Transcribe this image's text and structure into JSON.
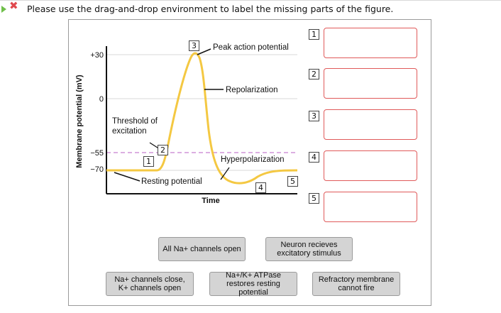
{
  "instruction": "Please use the drag-and-drop environment to label the missing parts of the figure.",
  "figure": {
    "ylabel": "Membrane potential (mV)",
    "xlabel": "Time",
    "ticks": [
      "+30",
      "0",
      "−55",
      "−70"
    ],
    "labels": {
      "peak": "Peak action potential",
      "repolarization": "Repolarization",
      "threshold_line1": "Threshold of",
      "threshold_line2": "excitation",
      "hyperpolarization": "Hyperpolarization",
      "resting": "Resting potential"
    },
    "markers": [
      "1",
      "2",
      "3",
      "4",
      "5"
    ]
  },
  "drop_zones": [
    {
      "number": "1"
    },
    {
      "number": "2"
    },
    {
      "number": "3"
    },
    {
      "number": "4"
    },
    {
      "number": "5"
    }
  ],
  "chips": [
    {
      "text": "All Na+  channels open"
    },
    {
      "text": "Neuron recieves excitatory stimulus"
    },
    {
      "text": "Na+ channels close, K+ channels open"
    },
    {
      "text": "Na+/K+ ATPase restores resting potential"
    },
    {
      "text": "Refractory membrane cannot fire"
    }
  ],
  "colors": {
    "curve": "#f4c842",
    "threshold_line": "#c77fd0",
    "drop_border": "#e05a5a",
    "chip_bg": "#d4d4d4"
  }
}
